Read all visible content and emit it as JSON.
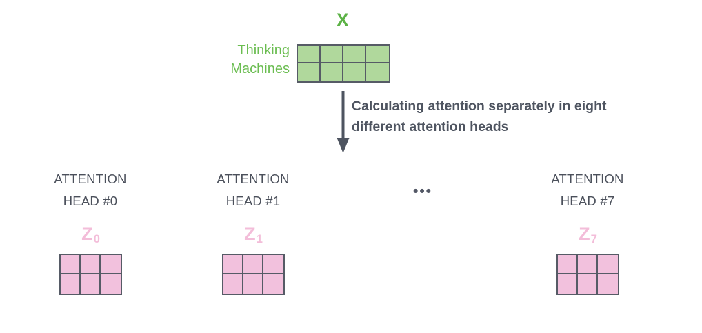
{
  "diagram": {
    "title_symbol": "X",
    "input": {
      "row_labels": [
        "Thinking",
        "Machines"
      ],
      "matrix": {
        "rows": 2,
        "cols": 4,
        "color": "#b0d89c"
      }
    },
    "flow": {
      "arrow_icon": "down-arrow-icon",
      "caption": "Calculating attention separately in eight different attention heads"
    },
    "heads": [
      {
        "title_line1": "ATTENTION",
        "title_line2": "HEAD #0",
        "z_label": "Z",
        "z_subscript": "0",
        "matrix": {
          "rows": 2,
          "cols": 3,
          "color": "#f2c1dd"
        }
      },
      {
        "title_line1": "ATTENTION",
        "title_line2": "HEAD #1",
        "z_label": "Z",
        "z_subscript": "1",
        "matrix": {
          "rows": 2,
          "cols": 3,
          "color": "#f2c1dd"
        }
      },
      {
        "title_line1": "ATTENTION",
        "title_line2": "HEAD #7",
        "z_label": "Z",
        "z_subscript": "7",
        "matrix": {
          "rows": 2,
          "cols": 3,
          "color": "#f2c1dd"
        }
      }
    ],
    "ellipsis": "•••",
    "colors": {
      "green_accent": "#5cb246",
      "green_text": "#6bbd51",
      "green_fill": "#b0d89c",
      "pink_fill": "#f2c1dd",
      "pink_text": "#f3bdd9",
      "border": "#565b66",
      "body_text": "#4e5460"
    }
  }
}
